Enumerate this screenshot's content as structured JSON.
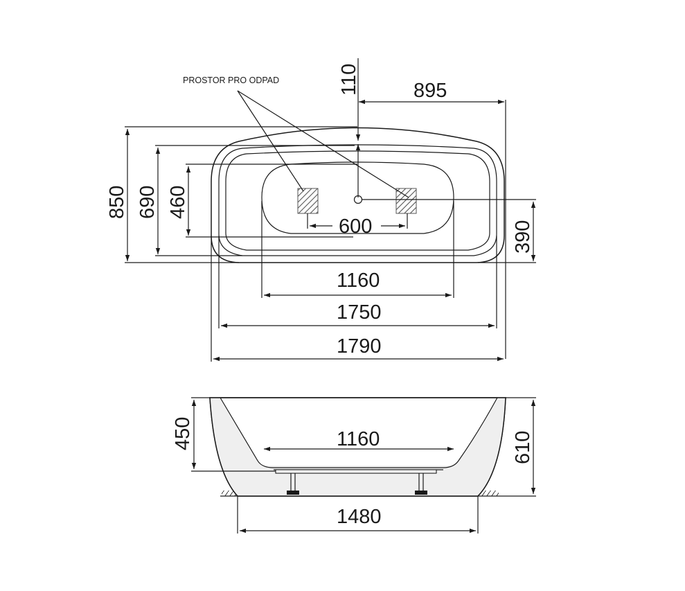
{
  "top_view": {
    "note_label": "PROSTOR PRO ODPAD",
    "dims": {
      "drain_offset": "110",
      "half_length": "895",
      "outer_width": "850",
      "rim_width": "690",
      "basin_width": "460",
      "drain_spacing": "600",
      "side_offset": "390",
      "basin_length": "1160",
      "rim_length": "1750",
      "outer_length": "1790"
    }
  },
  "side_view": {
    "dims": {
      "inner_depth": "450",
      "total_height": "610",
      "bottom_length": "1160",
      "base_length": "1480"
    }
  },
  "colors": {
    "line": "#1a1a1a",
    "hatch": "#555555",
    "fill": "#ffffff"
  }
}
